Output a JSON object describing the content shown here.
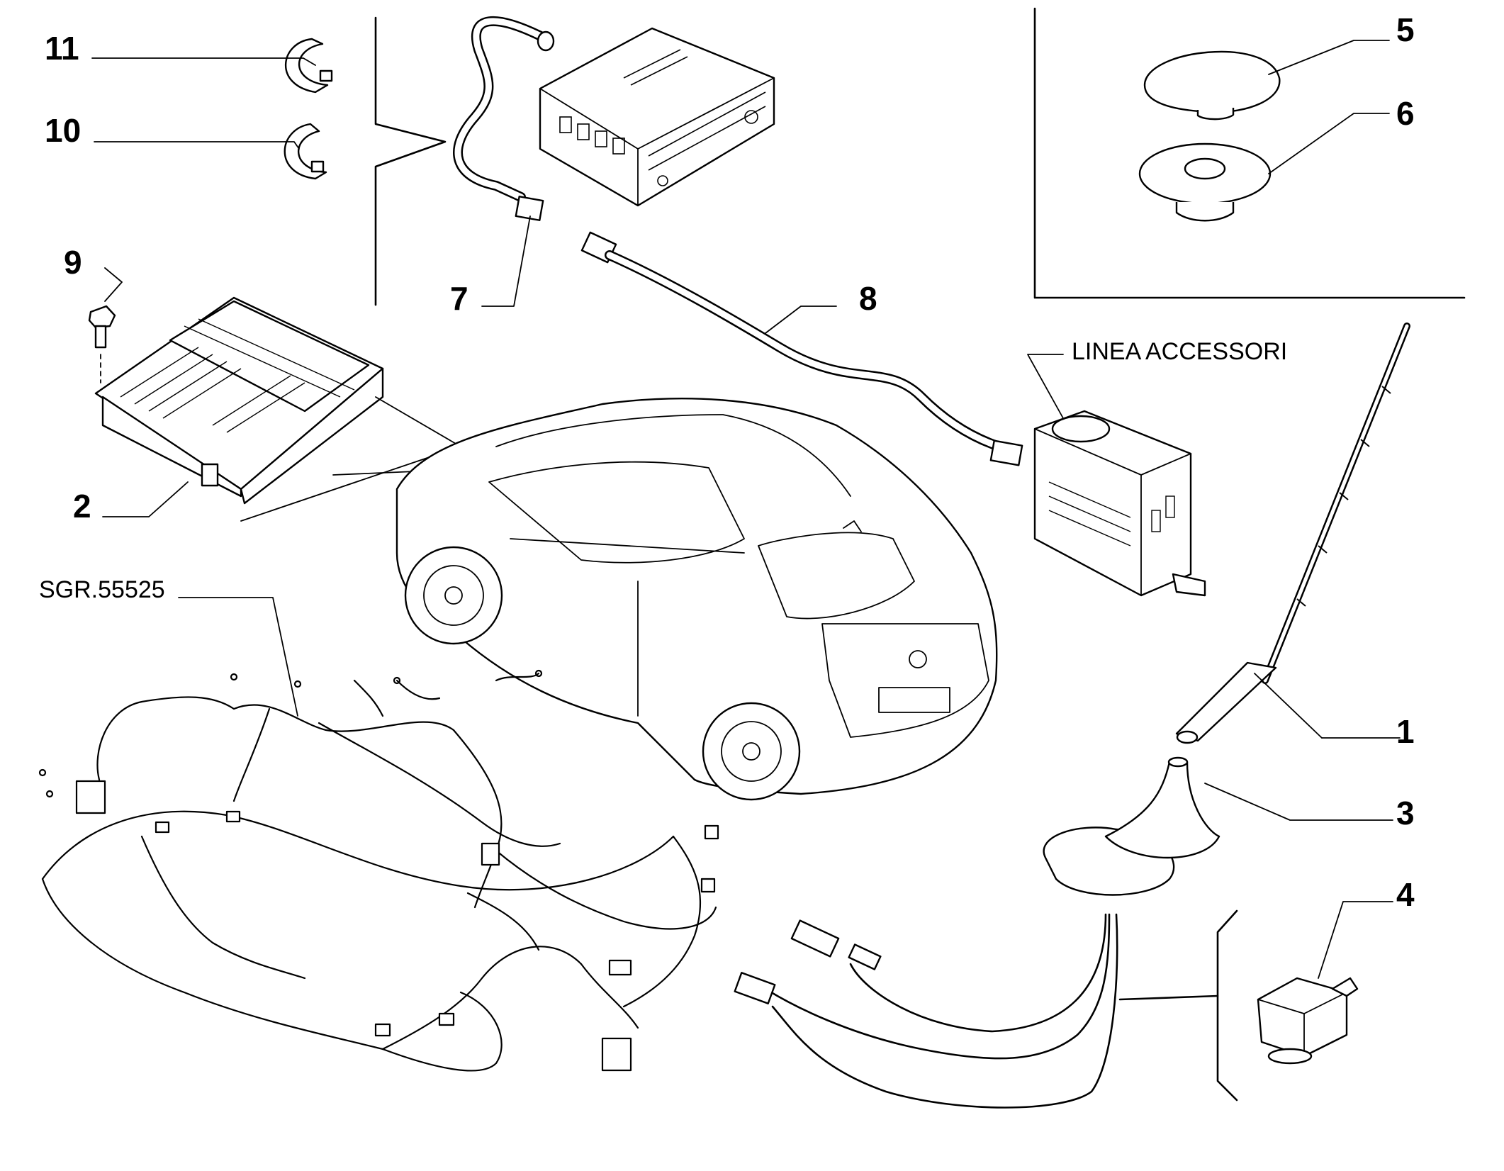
{
  "callouts": {
    "c1": "1",
    "c2": "2",
    "c3": "3",
    "c4": "4",
    "c5": "5",
    "c6": "6",
    "c7": "7",
    "c8": "8",
    "c9": "9",
    "c10": "10",
    "c11": "11"
  },
  "labels": {
    "accessory_line": "LINEA ACCESSORI",
    "harness_ref": "SGR.55525"
  }
}
